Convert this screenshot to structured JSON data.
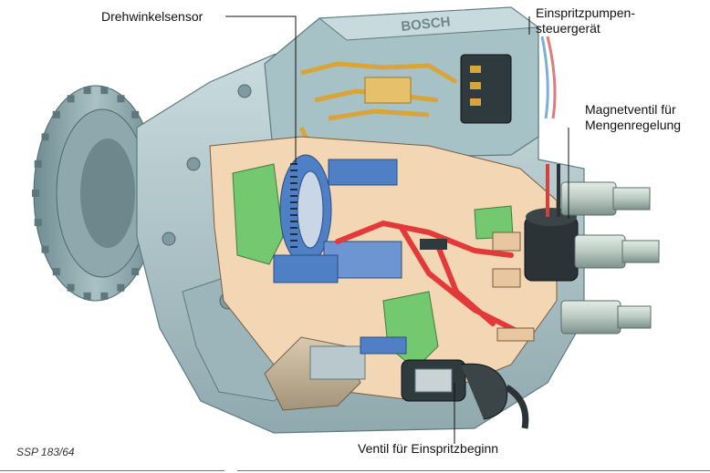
{
  "figure": {
    "reference": "SSP 183/64"
  },
  "labels": {
    "angle_sensor": "Drehwinkelsensor",
    "control_unit_line1": "Einspritzpumpen-",
    "control_unit_line2": "steuergerät",
    "solenoid_line1": "Magnetventil für",
    "solenoid_line2": "Mengenregelung",
    "timing_valve": "Ventil für Einspritzbeginn"
  },
  "housing_text": "BOSCH",
  "colors": {
    "housing": "#b7cfd3",
    "housing_dark": "#7f9aa0",
    "cutaway": "#f3d6b4",
    "fuel_green": "#74c86f",
    "high_pressure_red": "#e23a3a",
    "piston_blue": "#4f7fc4",
    "circuit_gold": "#d9a43a",
    "leader": "#111111"
  }
}
